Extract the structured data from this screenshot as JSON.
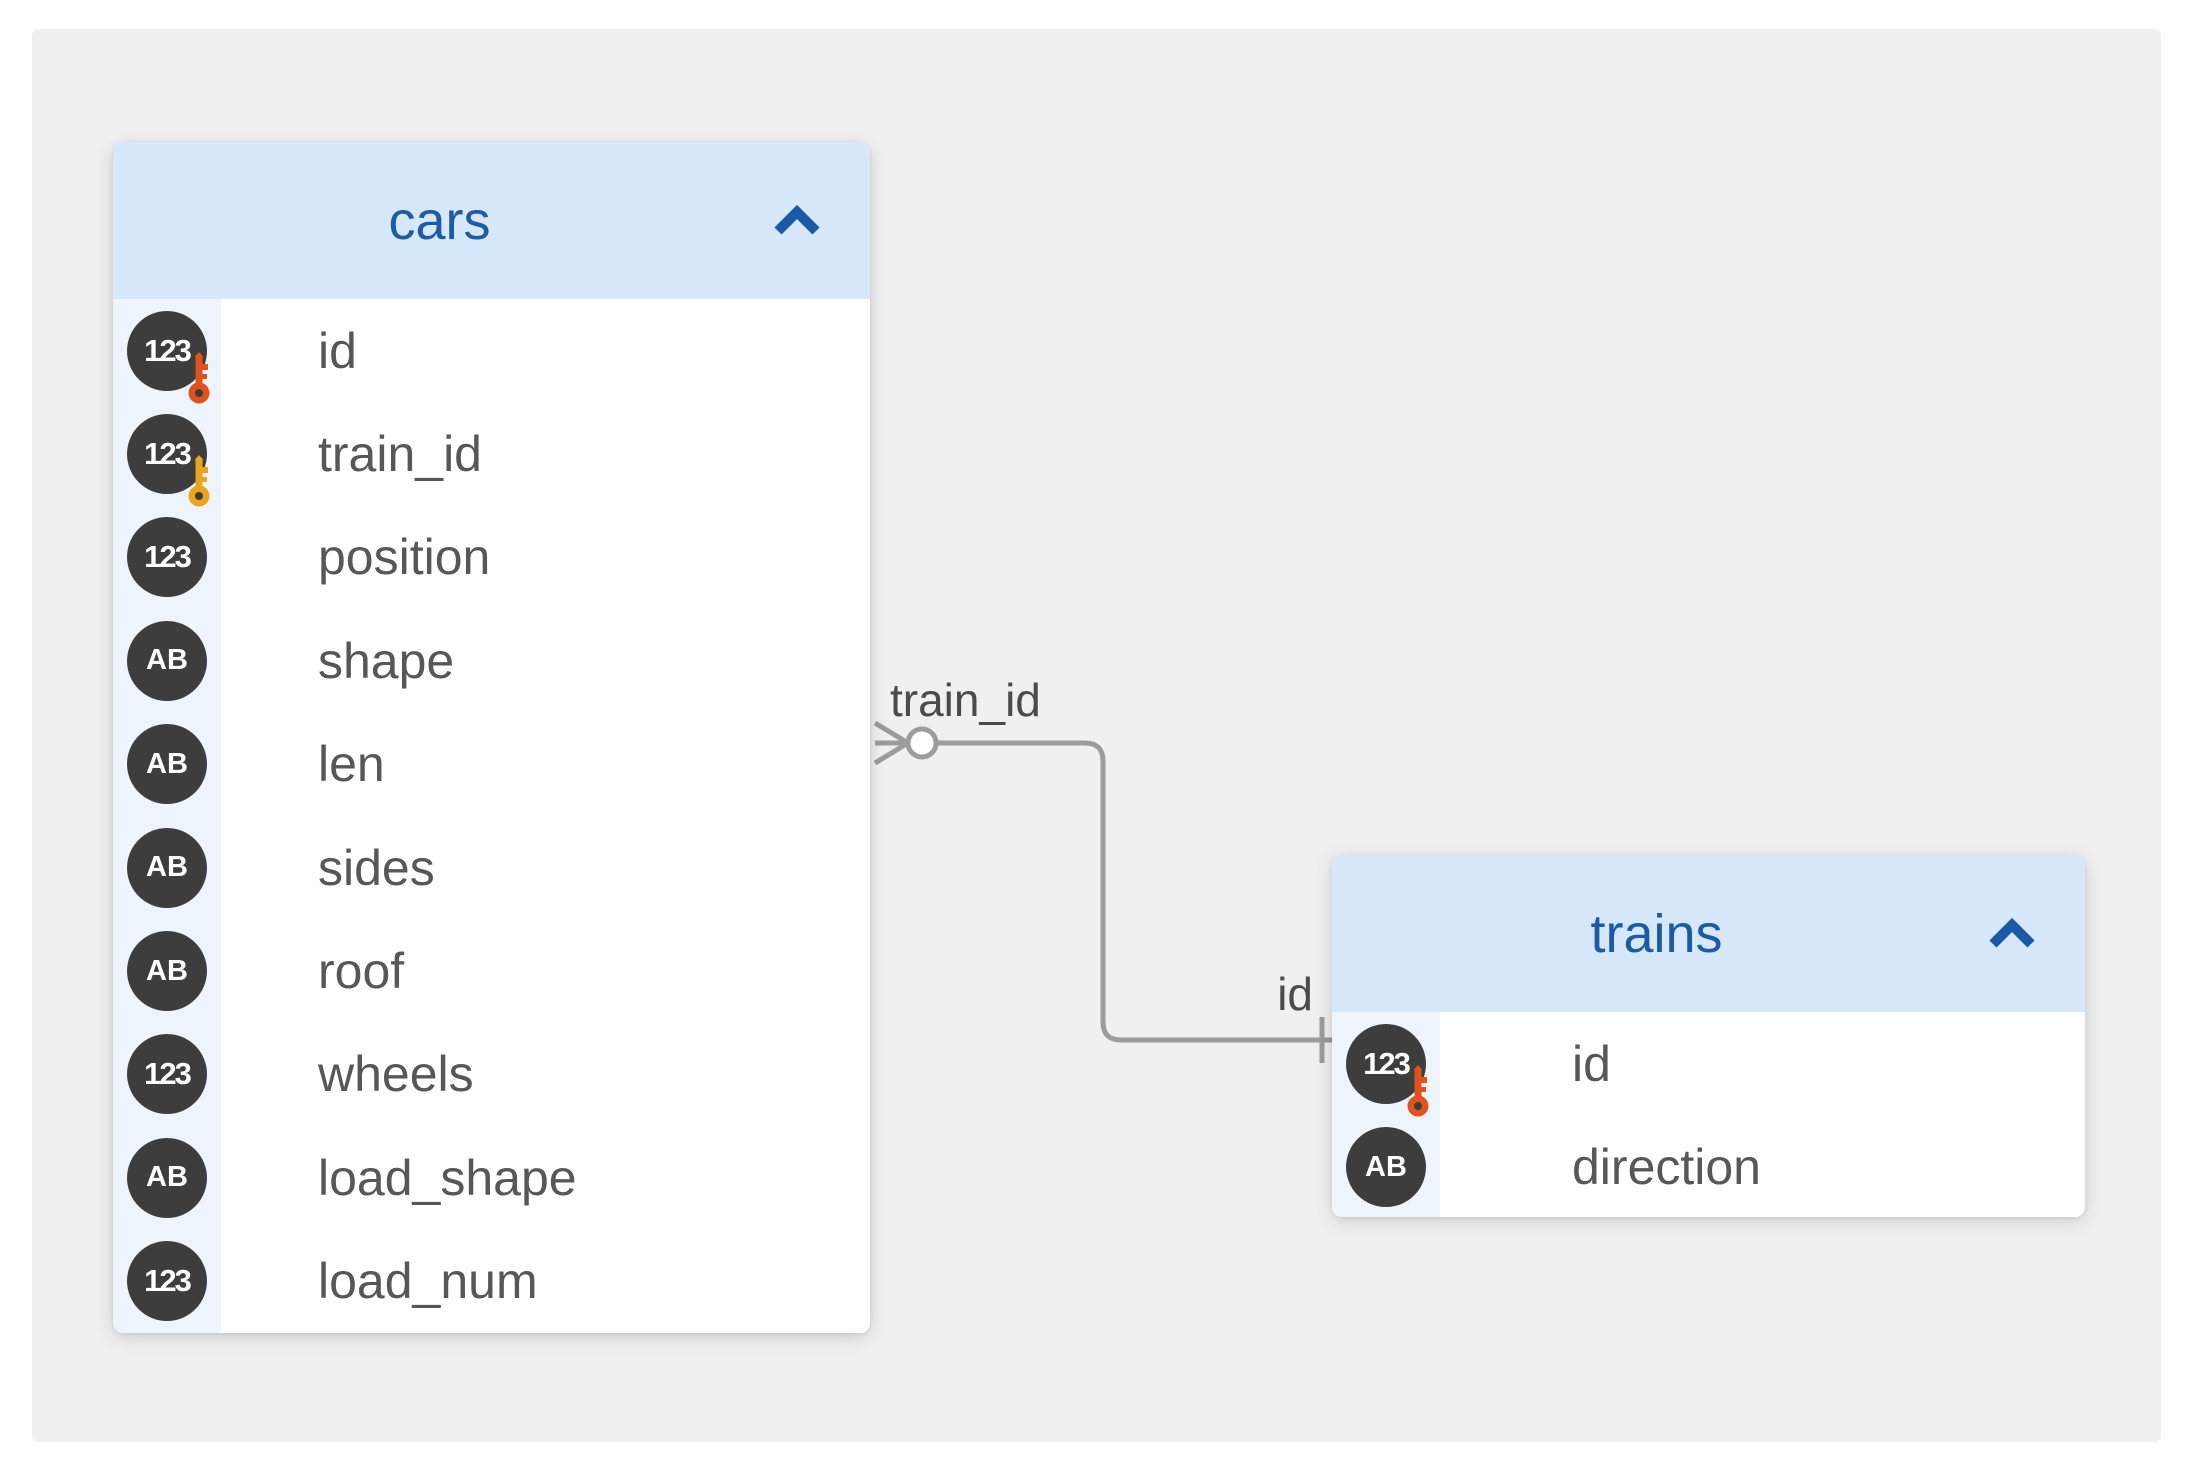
{
  "colors": {
    "canvas_background": "#f0f0f0",
    "table_header_background": "#d7e8fb",
    "icon_column_background": "#eef4fc",
    "title_accent_blue": "#1b5ba8",
    "type_badge_background": "#3e3d3d",
    "primary_key_color": "#e0511c",
    "foreign_key_color": "#eba51d",
    "relationship_line_color": "#9c9c9c",
    "field_text_color": "#575757"
  },
  "diagram": {
    "tables": [
      {
        "name": "cars",
        "collapse_icon": "chevron-up-icon",
        "fields": [
          {
            "name": "id",
            "type": "number",
            "type_label": "123",
            "key": "primary"
          },
          {
            "name": "train_id",
            "type": "number",
            "type_label": "123",
            "key": "foreign"
          },
          {
            "name": "position",
            "type": "number",
            "type_label": "123",
            "key": null
          },
          {
            "name": "shape",
            "type": "text",
            "type_label": "AB",
            "key": null
          },
          {
            "name": "len",
            "type": "text",
            "type_label": "AB",
            "key": null
          },
          {
            "name": "sides",
            "type": "text",
            "type_label": "AB",
            "key": null
          },
          {
            "name": "roof",
            "type": "text",
            "type_label": "AB",
            "key": null
          },
          {
            "name": "wheels",
            "type": "number",
            "type_label": "123",
            "key": null
          },
          {
            "name": "load_shape",
            "type": "text",
            "type_label": "AB",
            "key": null
          },
          {
            "name": "load_num",
            "type": "number",
            "type_label": "123",
            "key": null
          }
        ]
      },
      {
        "name": "trains",
        "collapse_icon": "chevron-up-icon",
        "fields": [
          {
            "name": "id",
            "type": "number",
            "type_label": "123",
            "key": "primary"
          },
          {
            "name": "direction",
            "type": "text",
            "type_label": "AB",
            "key": null
          }
        ]
      }
    ],
    "relationship": {
      "from_table": "cars",
      "from_column_label": "train_id",
      "to_table": "trains",
      "to_column_label": "id",
      "from_cardinality": "zero-or-many",
      "to_cardinality": "one"
    }
  }
}
